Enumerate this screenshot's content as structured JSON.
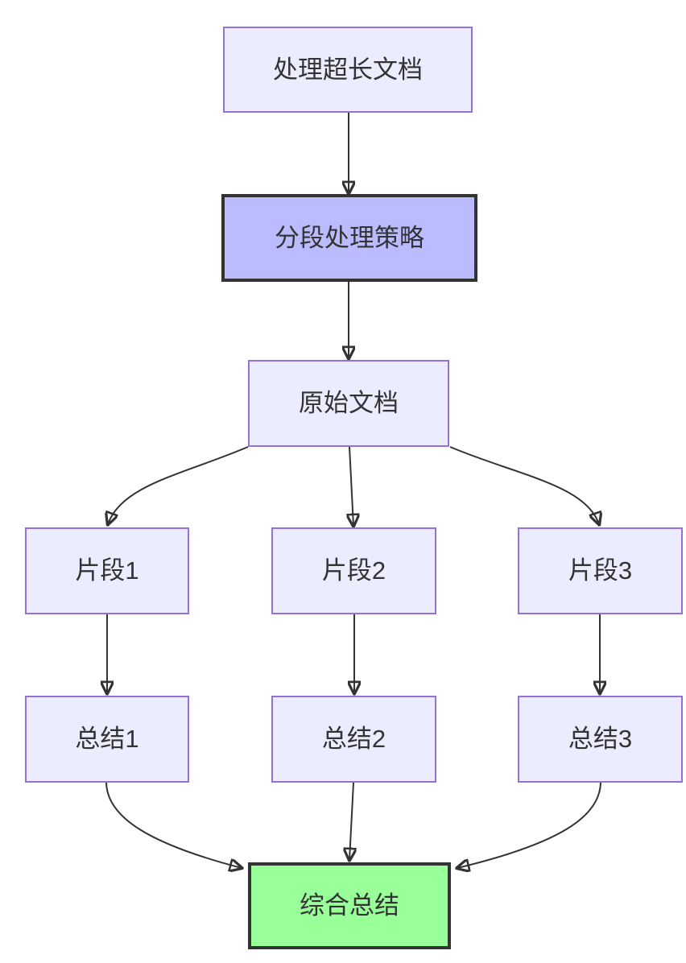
{
  "page": {
    "background_color": "#ffffff"
  },
  "diagram": {
    "type": "flowchart",
    "direction": "top-down",
    "colors": {
      "node_fill": "#ECECFF",
      "node_border": "#9370DB",
      "highlight_fill": "#BBBBFF",
      "highlight_border": "#333333",
      "result_fill": "#99FF99",
      "result_border": "#333333",
      "edge_color": "#333333",
      "text_color": "#333333"
    },
    "nodes": [
      {
        "id": "A",
        "label": "处理超长文档",
        "role": "default"
      },
      {
        "id": "B",
        "label": "分段处理策略",
        "role": "highlight"
      },
      {
        "id": "C",
        "label": "原始文档",
        "role": "default"
      },
      {
        "id": "D1",
        "label": "片段1",
        "role": "default"
      },
      {
        "id": "D2",
        "label": "片段2",
        "role": "default"
      },
      {
        "id": "D3",
        "label": "片段3",
        "role": "default"
      },
      {
        "id": "E1",
        "label": "总结1",
        "role": "default"
      },
      {
        "id": "E2",
        "label": "总结2",
        "role": "default"
      },
      {
        "id": "E3",
        "label": "总结3",
        "role": "default"
      },
      {
        "id": "F",
        "label": "综合总结",
        "role": "result"
      }
    ],
    "edges": [
      {
        "from": "处理超长文档",
        "to": "分段处理策略"
      },
      {
        "from": "分段处理策略",
        "to": "原始文档"
      },
      {
        "from": "原始文档",
        "to": "片段1"
      },
      {
        "from": "原始文档",
        "to": "片段2"
      },
      {
        "from": "原始文档",
        "to": "片段3"
      },
      {
        "from": "片段1",
        "to": "总结1"
      },
      {
        "from": "片段2",
        "to": "总结2"
      },
      {
        "from": "片段3",
        "to": "总结3"
      },
      {
        "from": "总结1",
        "to": "综合总结"
      },
      {
        "from": "总结2",
        "to": "综合总结"
      },
      {
        "from": "总结3",
        "to": "综合总结"
      }
    ]
  }
}
